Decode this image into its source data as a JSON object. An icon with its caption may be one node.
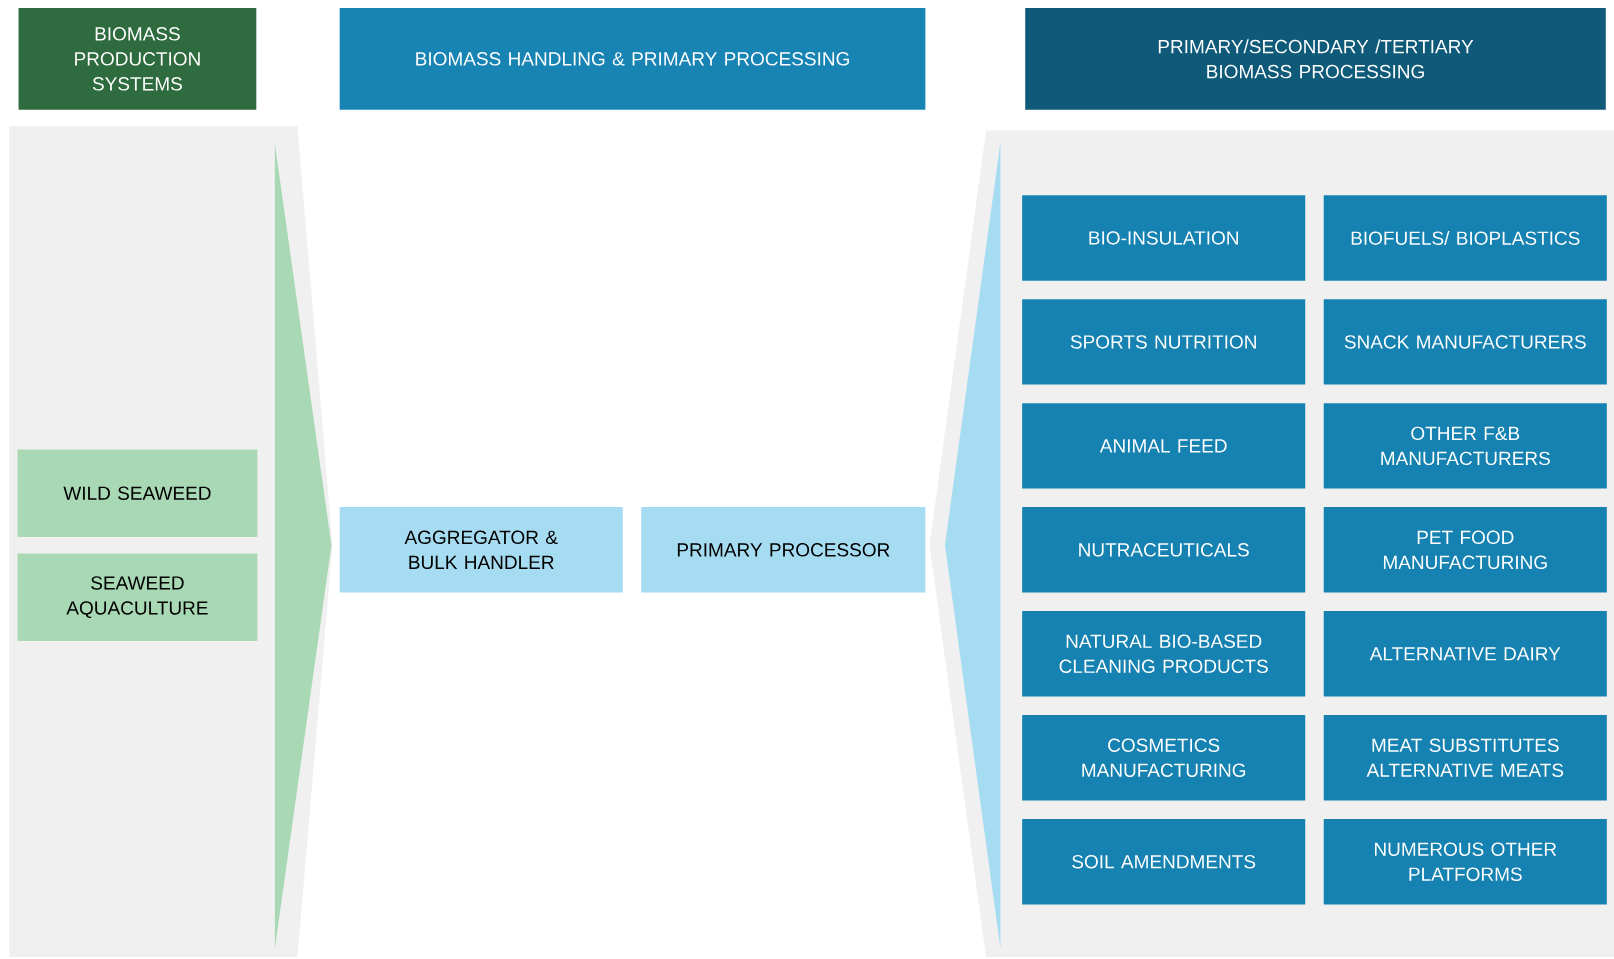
{
  "diagram": {
    "nodes": [
      {
        "text": [
          "BIOMASS PRODUCTION SYSTEMS"
        ]
      },
      {
        "text": [
          "BIOMASS HANDLING & PRIMARY PROCESSING"
        ]
      },
      {
        "text": [
          "PRIMARY/SECONDARY /TERTIARY BIOMASS PROCESSING"
        ]
      },
      {
        "text": [
          "WILD SEAWEED"
        ]
      },
      {
        "text": [
          "SEAWEED AQUACULTURE"
        ]
      },
      {
        "text": [
          "AGGREGATOR & BULK HANDLER"
        ]
      },
      {
        "text": [
          "PRIMARY PROCESSOR"
        ]
      },
      {
        "text": [
          "BIO-INSULATION"
        ]
      },
      {
        "text": [
          "BIOFUELS/ BIOPLASTICS"
        ]
      },
      {
        "text": [
          "SPORTS NUTRITION"
        ]
      },
      {
        "text": [
          "SNACK MANUFACTURERS"
        ]
      },
      {
        "text": [
          "ANIMAL FEED"
        ]
      },
      {
        "text": [
          "OTHER F&B MANUFACTURERS"
        ]
      },
      {
        "text": [
          "NUTRACEUTICALS"
        ]
      },
      {
        "text": [
          "PET FOOD MANUFACTURING"
        ]
      },
      {
        "text": [
          "NATURAL BIO-BASED CLEANING PRODUCTS"
        ]
      },
      {
        "text": [
          "ALTERNATIVE DAIRY"
        ]
      },
      {
        "text": [
          "COSMETICS MANUFACTURING"
        ]
      },
      {
        "text": [
          "MEAT SUBSTITUTES ALTERNATIVE MEATS"
        ]
      },
      {
        "text": [
          "SOIL AMENDMENTS"
        ]
      },
      {
        "text": [
          "NUMEROUS OTHER PLATFORMS"
        ]
      }
    ]
  }
}
